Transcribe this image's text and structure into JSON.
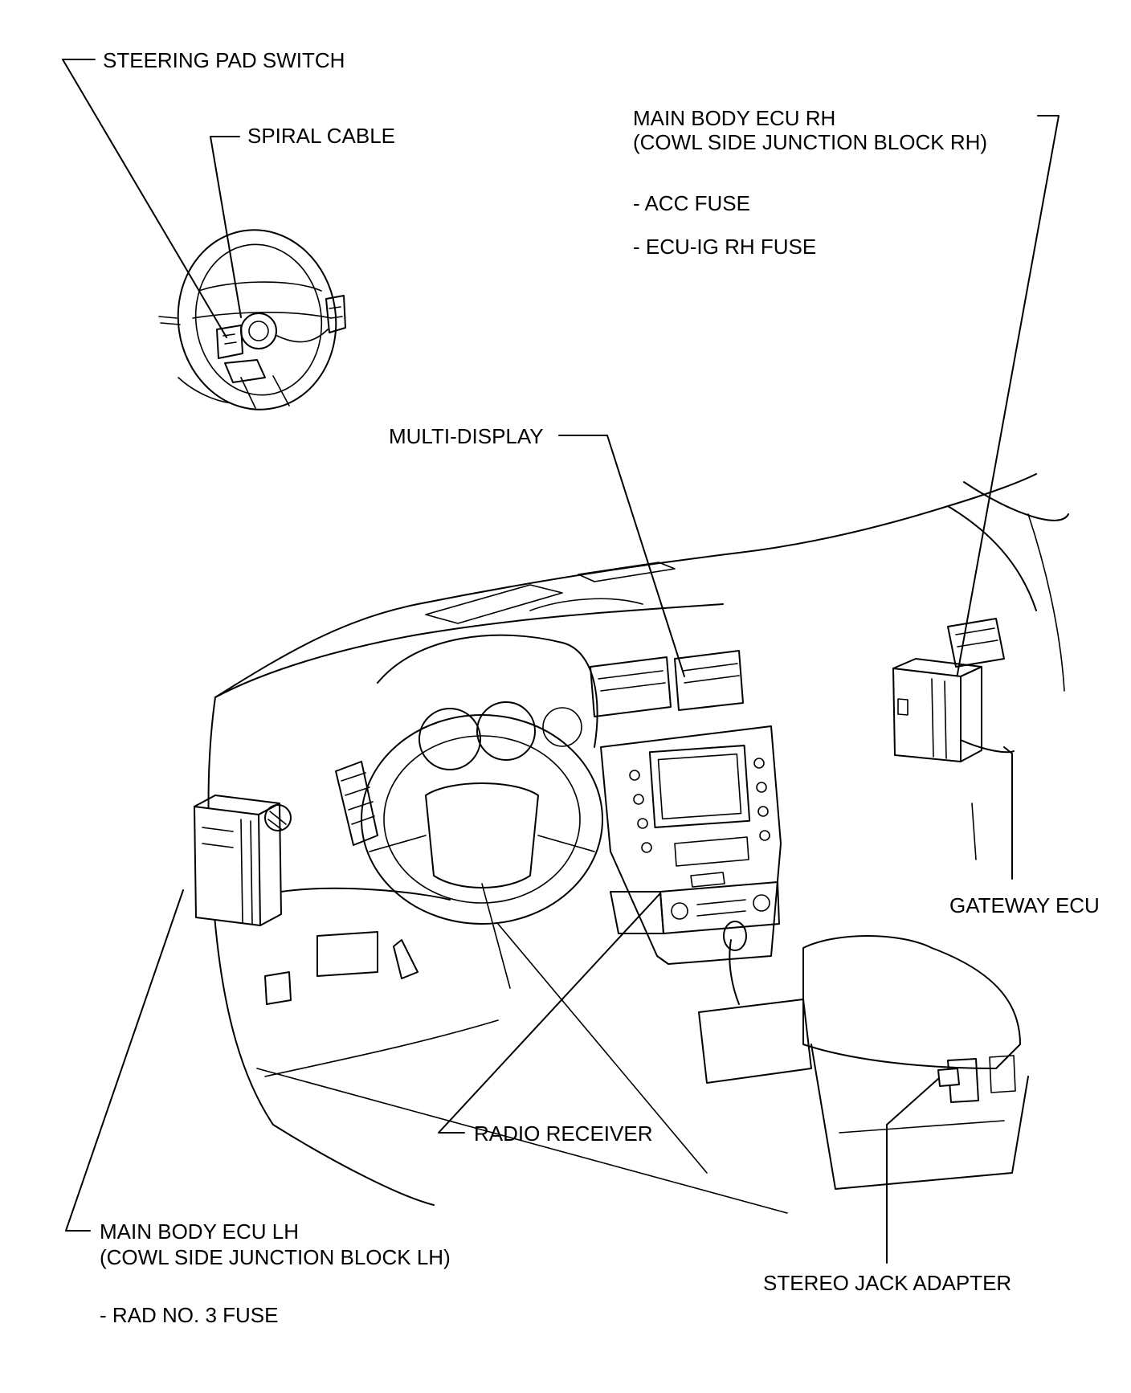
{
  "labels": {
    "steering_pad_switch": "STEERING PAD SWITCH",
    "spiral_cable": "SPIRAL CABLE",
    "main_body_ecu_rh_1": "MAIN BODY ECU RH",
    "main_body_ecu_rh_2": "(COWL SIDE JUNCTION BLOCK RH)",
    "acc_fuse": "- ACC FUSE",
    "ecu_ig_rh_fuse": "- ECU-IG RH FUSE",
    "multi_display": "MULTI-DISPLAY",
    "gateway_ecu": "GATEWAY ECU",
    "radio_receiver": "RADIO RECEIVER",
    "main_body_ecu_lh_1": "MAIN BODY ECU LH",
    "main_body_ecu_lh_2": "(COWL SIDE JUNCTION BLOCK LH)",
    "rad_no3_fuse": "- RAD NO. 3 FUSE",
    "stereo_jack_adapter": "STEREO JACK ADAPTER"
  }
}
